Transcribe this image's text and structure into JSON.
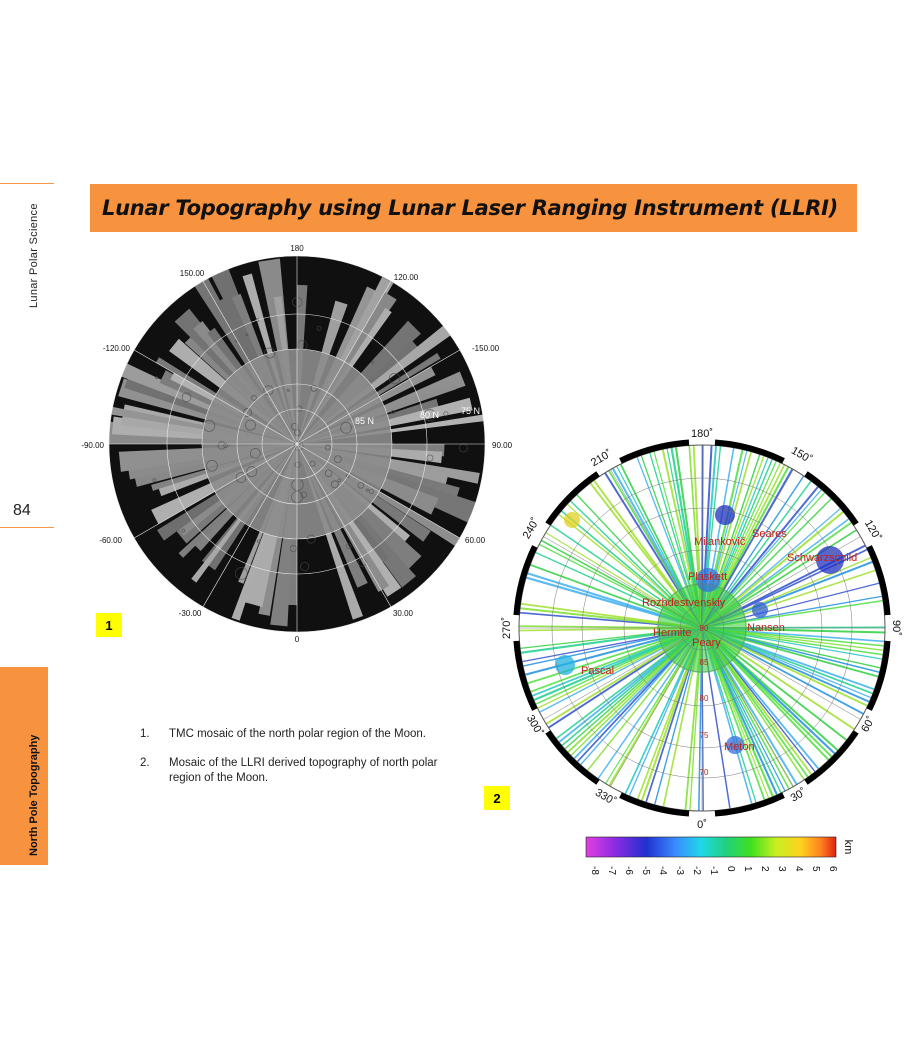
{
  "sidebar": {
    "section_label": "Lunar Polar Science",
    "page_number": "84",
    "tab_label": "North Pole Topography"
  },
  "header": {
    "title": "Lunar Topography using Lunar Laser Ranging Instrument  (LLRI)"
  },
  "tmc_map": {
    "longitude_labels": [
      "180",
      "150.00",
      "120.00",
      "90.00",
      "60.00",
      "30.00",
      "0",
      "-30.00",
      "-60.00",
      "-90.00",
      "-120.00",
      "-150.00"
    ],
    "latitude_labels": [
      "85 N",
      "80 N",
      "75 N"
    ],
    "badge": "1"
  },
  "llri_map": {
    "longitude_labels": [
      "180˚",
      "150˚",
      "120˚",
      "90˚",
      "60˚",
      "30˚",
      "0˚",
      "330˚",
      "300˚",
      "270˚",
      "240˚",
      "210˚"
    ],
    "latitude_labels": [
      "90",
      "85",
      "80",
      "75",
      "70"
    ],
    "craters": [
      "Milankovič",
      "Seares",
      "Schwarzschild",
      "Plaskett",
      "Rozhdestvenskiy",
      "Hermite",
      "Peary",
      "Nansen",
      "Pascal",
      "Meton"
    ],
    "badge": "2",
    "colorbar": {
      "unit": "km",
      "ticks": [
        "-8",
        "-7",
        "-6",
        "-5",
        "-4",
        "-3",
        "-2",
        "-1",
        "0",
        "1",
        "2",
        "3",
        "4",
        "5",
        "6"
      ]
    }
  },
  "captions": [
    {
      "num": "1.",
      "text": "TMC mosaic of the north polar region of the Moon."
    },
    {
      "num": "2.",
      "text": "Mosaic of the LLRI derived topography of north polar region of the Moon."
    }
  ]
}
